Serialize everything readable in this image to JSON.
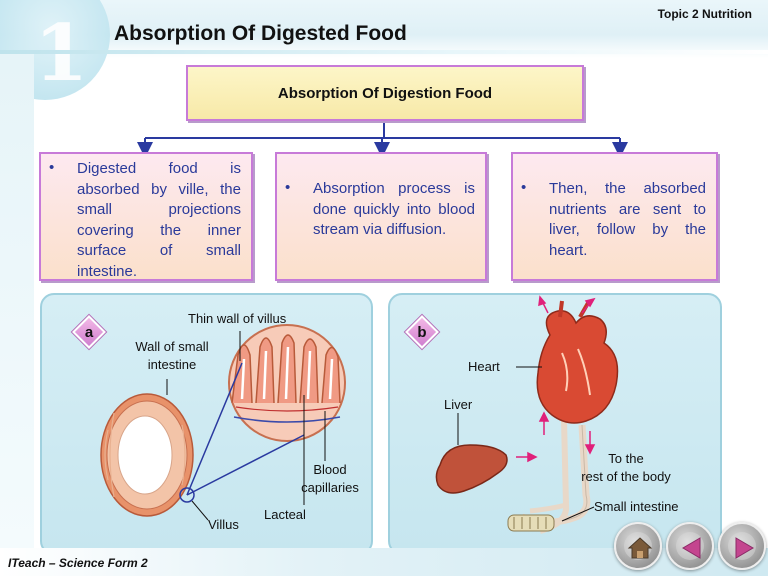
{
  "header": {
    "title": "Absorption Of Digested Food",
    "topic": "Topic 2 Nutrition",
    "logo_digit": "1"
  },
  "footer": {
    "text": "ITeach – Science Form 2"
  },
  "navigation": {
    "home_icon": "home-icon",
    "back_icon": "triangle-left-icon",
    "forward_icon": "triangle-right-icon"
  },
  "concept_map": {
    "root": "Absorption Of Digestion Food",
    "bullet_symbol": "•",
    "boxes": [
      {
        "text": "Digested food is absorbed by ville, the small projections covering the inner surface of small intestine."
      },
      {
        "text": "Absorption process is done quickly into blood stream via diffusion."
      },
      {
        "text": "Then, the absorbed nutrients are sent to liver, follow by the heart."
      }
    ]
  },
  "diagram_a": {
    "badge": "a",
    "labels": {
      "thin_wall": "Thin wall of villus",
      "wall_line1": "Wall of small",
      "wall_line2": "intestine",
      "blood_line1": "Blood",
      "blood_line2": "capillaries",
      "lacteal": "Lacteal",
      "villus": "Villus"
    }
  },
  "diagram_b": {
    "badge": "b",
    "labels": {
      "heart": "Heart",
      "liver": "Liver",
      "to_line1": "To the",
      "to_line2": "rest of the body",
      "small_intestine": "Small intestine"
    }
  },
  "colors": {
    "box_border": "#c77ad8",
    "bullet_text": "#2a3a9a",
    "connector": "#2a3aa0",
    "panel_bg": "#cbe8f1",
    "heart": "#d94a33",
    "arrow": "#e0207a"
  }
}
